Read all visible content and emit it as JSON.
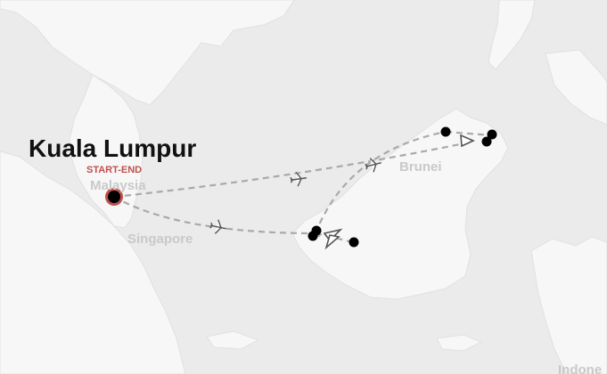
{
  "map": {
    "title": "Kuala Lumpur",
    "origin_tag": "START-END",
    "place_labels": {
      "malaysia": "Malaysia",
      "singapore": "Singapore",
      "brunei": "Brunei",
      "indonesia": "Indone"
    },
    "colors": {
      "land": "#f7f7f7",
      "sea": "#ebebeb",
      "route": "#a9a9a9",
      "stop": "#000000",
      "origin_ring": "#c0504d",
      "title": "#111111",
      "tag": "#c0504d"
    },
    "icons": [
      "airplane-icon",
      "arrow-icon",
      "stop-marker",
      "origin-marker"
    ]
  }
}
